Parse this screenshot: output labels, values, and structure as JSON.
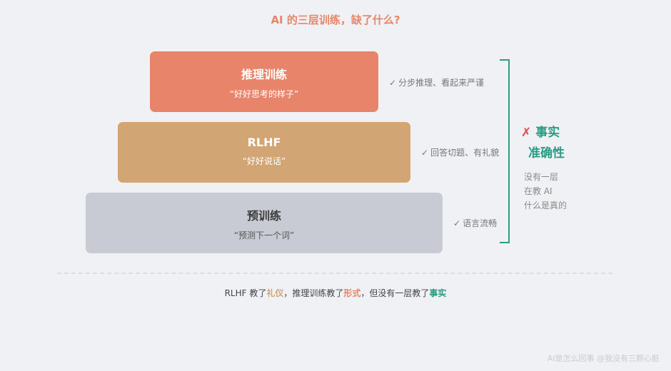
{
  "title": "AI 的三层训练，缺了什么?",
  "layers": [
    {
      "name": "推理训练",
      "quote": "“好好思考的样子”",
      "note": "分步推理、看起来严谨"
    },
    {
      "name": "RLHF",
      "quote": "“好好说话”",
      "note": "回答切题、有礼貌"
    },
    {
      "name": "预训练",
      "quote": "“预测下一个词”",
      "note": "语言流畅"
    }
  ],
  "check_mark": "✓",
  "missing": {
    "mark": "✗",
    "label_line1": "事实",
    "label_line2": "准确性",
    "note_lines": [
      "没有一层",
      "在教 AI",
      "什么是真的"
    ]
  },
  "summary": {
    "part1": "RLHF 教了",
    "hl1": "礼仪",
    "part2": "，推理训练教了",
    "hl2": "形式",
    "part3": "，但没有一层教了",
    "hl3": "事实"
  },
  "credit": "AI是怎么回事 @我没有三颗心脏",
  "colors": {
    "reasoning": "#e8846a",
    "rlhf": "#d2a574",
    "pretrain": "#c8cbd3",
    "accent": "#2a9d84",
    "cross": "#dd4b4b"
  }
}
